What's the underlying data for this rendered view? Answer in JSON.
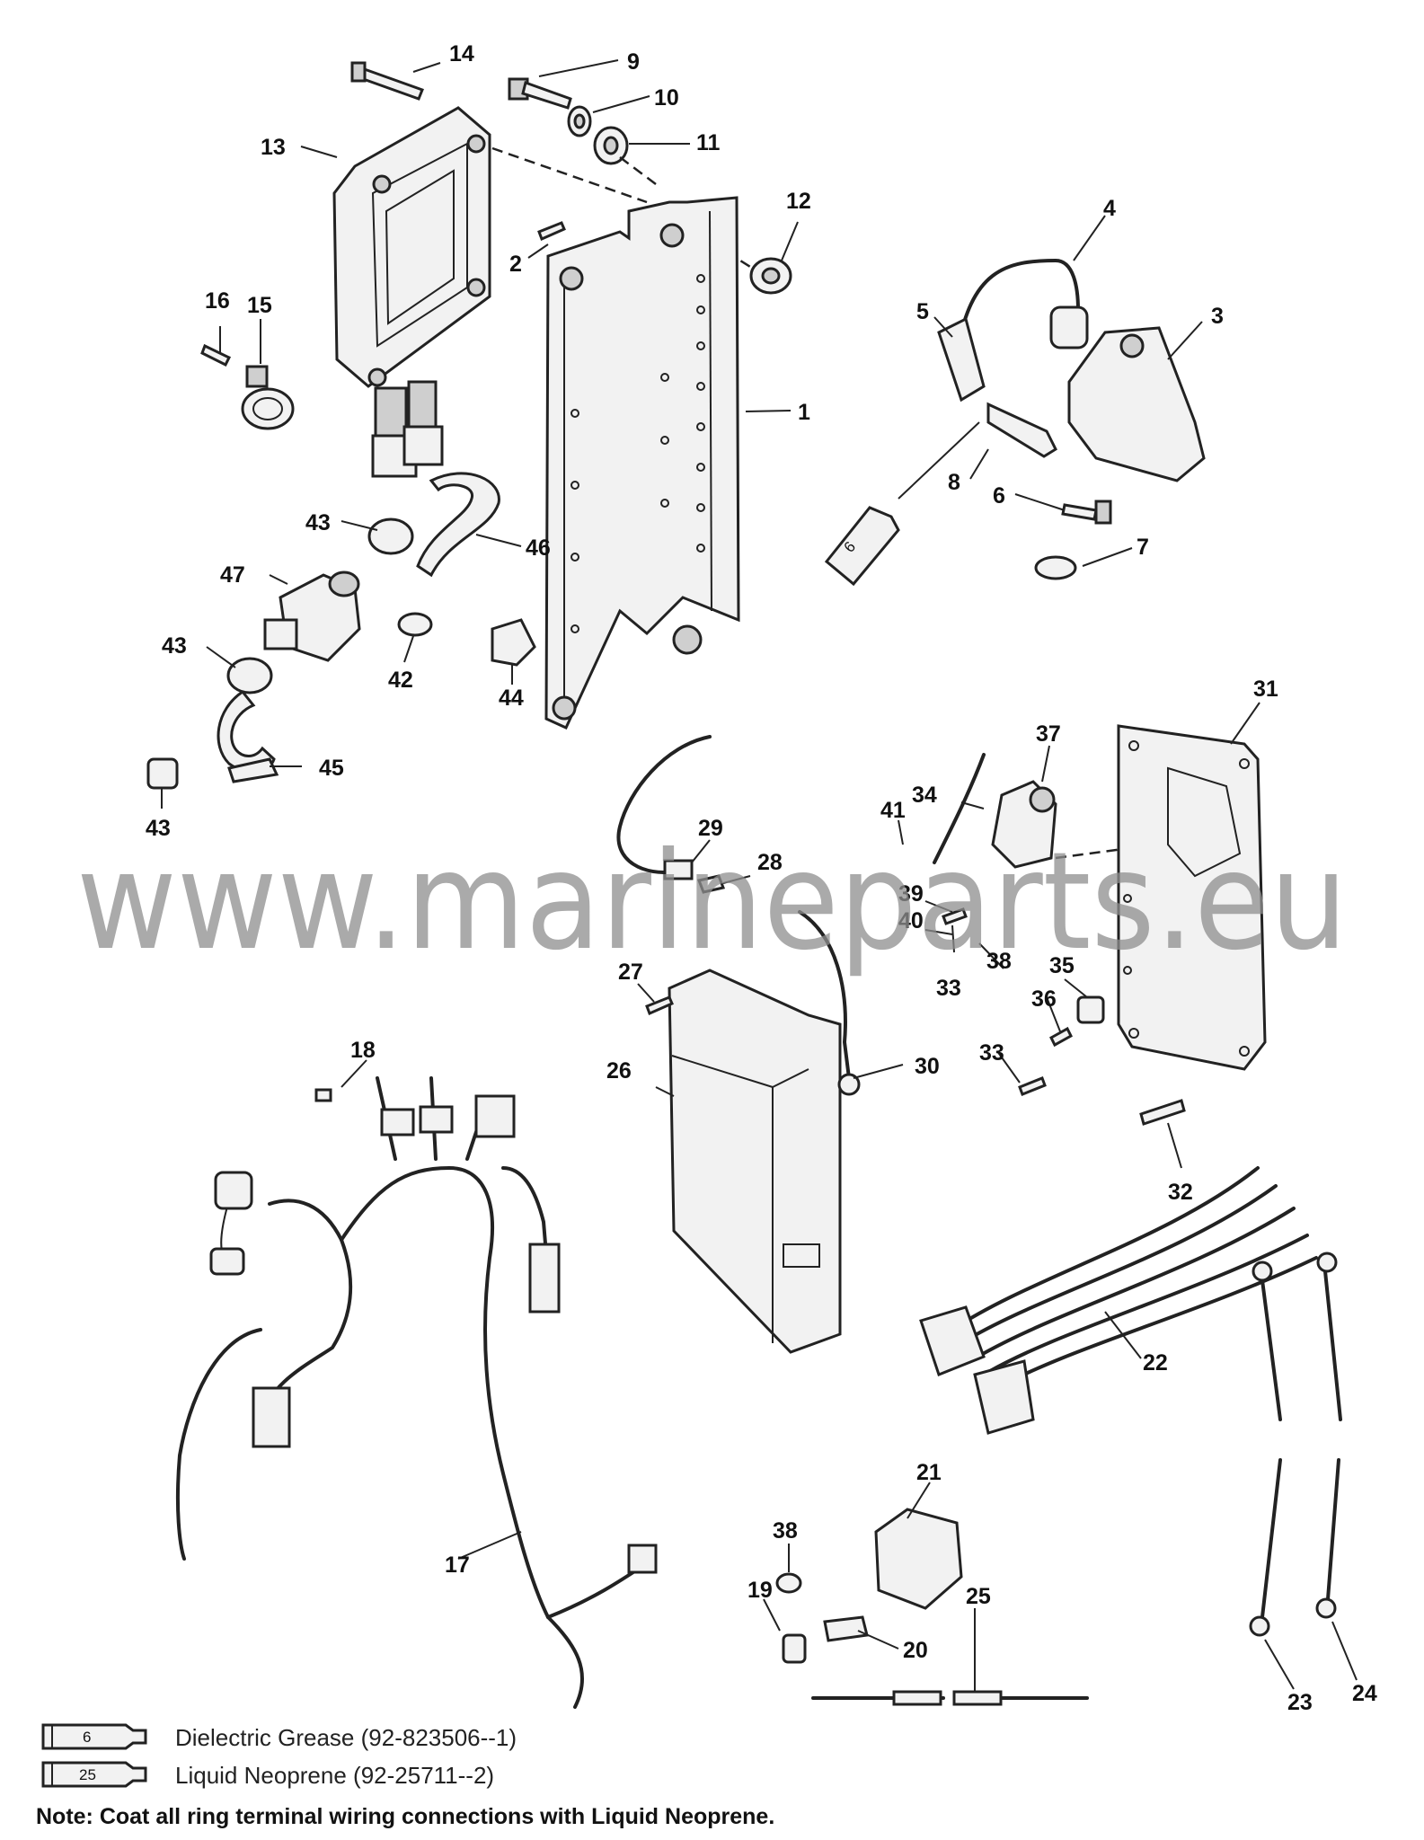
{
  "watermark": "www.marineparts.eu",
  "callouts": {
    "c1": "1",
    "c2": "2",
    "c3": "3",
    "c4": "4",
    "c5": "5",
    "c6": "6",
    "c7": "7",
    "c8": "8",
    "c9": "9",
    "c10": "10",
    "c11": "11",
    "c12": "12",
    "c13": "13",
    "c14": "14",
    "c15": "15",
    "c16": "16",
    "c17": "17",
    "c18": "18",
    "c19": "19",
    "c20": "20",
    "c21": "21",
    "c22": "22",
    "c23": "23",
    "c24": "24",
    "c25": "25",
    "c26": "26",
    "c27": "27",
    "c28": "28",
    "c29": "29",
    "c30": "30",
    "c31": "31",
    "c32": "32",
    "c33a": "33",
    "c33b": "33",
    "c34": "34",
    "c35": "35",
    "c36": "36",
    "c37": "37",
    "c38a": "38",
    "c38b": "38",
    "c39": "39",
    "c40": "40",
    "c41": "41",
    "c42": "42",
    "c43a": "43",
    "c43b": "43",
    "c43c": "43",
    "c44": "44",
    "c45": "45",
    "c46": "46",
    "c47": "47"
  },
  "tube_labels": {
    "grease_tube": "6",
    "neoprene_tube": "25"
  },
  "legend": {
    "grease_number": "6",
    "grease_text": "Dielectric Grease (92-823506--1)",
    "neoprene_number": "25",
    "neoprene_text": "Liquid Neoprene (92-25711--2)"
  },
  "note": "Note: Coat all ring terminal wiring connections with Liquid Neoprene."
}
